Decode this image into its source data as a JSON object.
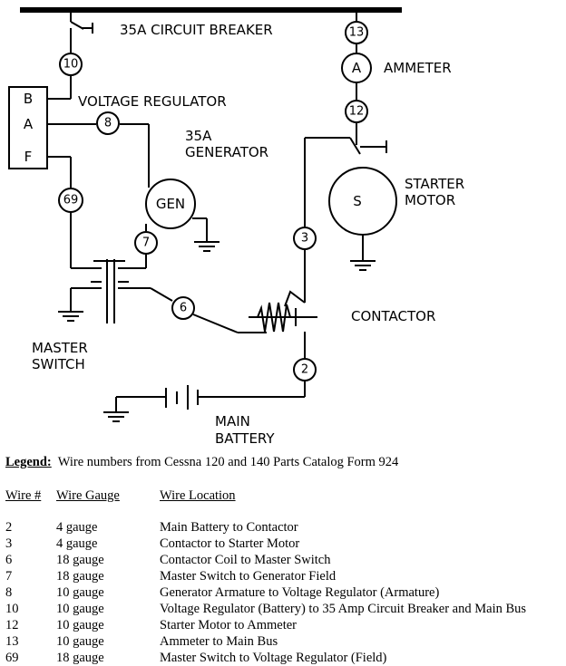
{
  "diagram": {
    "labels": {
      "circuit_breaker": "35A CIRCUIT BREAKER",
      "voltage_regulator": "VOLTAGE REGULATOR",
      "generator_line1": "35A",
      "generator_line2": "GENERATOR",
      "ammeter": "AMMETER",
      "starter_line1": "STARTER",
      "starter_line2": "MOTOR",
      "contactor": "CONTACTOR",
      "master_line1": "MASTER",
      "master_line2": "SWITCH",
      "battery_line1": "MAIN",
      "battery_line2": "BATTERY"
    },
    "regulator_terminals": [
      "B",
      "A",
      "F"
    ],
    "gen_symbol": "GEN",
    "ammeter_symbol": "A",
    "starter_symbol": "S",
    "wire_tags": {
      "w2": "2",
      "w3": "3",
      "w6": "6",
      "w7": "7",
      "w8": "8",
      "w10": "10",
      "w12": "12",
      "w13": "13",
      "w69": "69"
    }
  },
  "legend": {
    "title_bold": "Legend:",
    "title_rest": "  Wire numbers from Cessna 120 and 140 Parts Catalog Form 924",
    "headers": [
      "Wire #",
      "Wire Gauge",
      "Wire Location"
    ],
    "rows": [
      [
        "2",
        "4 gauge",
        "Main Battery to Contactor"
      ],
      [
        "3",
        "4 gauge",
        "Contactor to Starter Motor"
      ],
      [
        "6",
        "18 gauge",
        "Contactor Coil to Master Switch"
      ],
      [
        "7",
        "18 gauge",
        "Master Switch to Generator Field"
      ],
      [
        "8",
        "10 gauge",
        "Generator Armature to Voltage Regulator (Armature)"
      ],
      [
        "10",
        "10 gauge",
        "Voltage Regulator (Battery) to 35 Amp Circuit Breaker and Main Bus"
      ],
      [
        "12",
        "10 gauge",
        "Starter Motor to Ammeter"
      ],
      [
        "13",
        "10 gauge",
        "Ammeter to Main Bus"
      ],
      [
        "69",
        "18 gauge",
        "Master Switch to Voltage Regulator (Field)"
      ]
    ]
  }
}
